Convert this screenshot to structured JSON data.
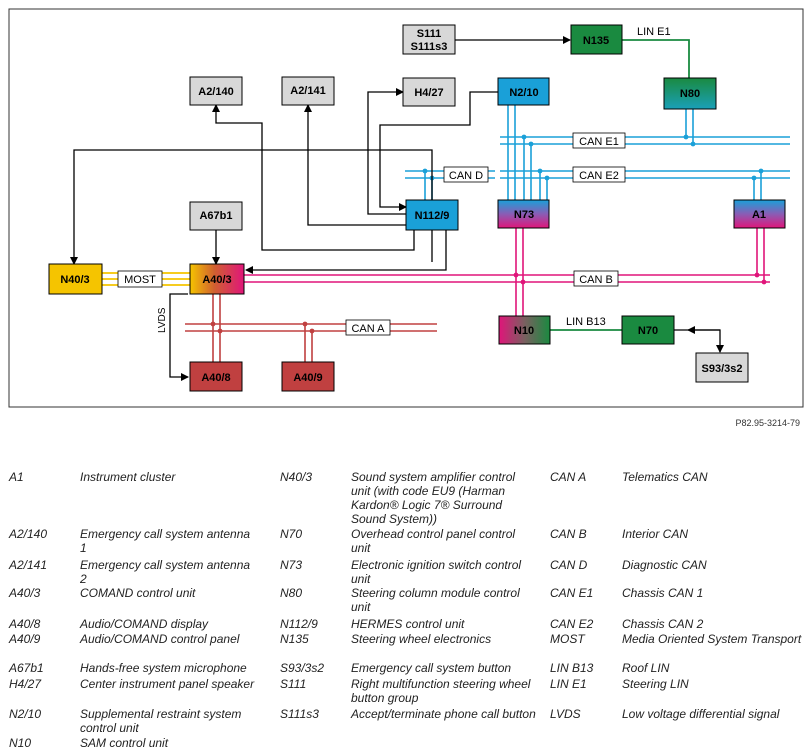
{
  "components": {
    "S111": "S111",
    "S111s3": "S111s3",
    "N135": "N135",
    "N80": "N80",
    "A2_140": "A2/140",
    "A2_141": "A2/141",
    "H4_27": "H4/27",
    "N2_10": "N2/10",
    "N112_9": "N112/9",
    "N73": "N73",
    "A1": "A1",
    "A67b1": "A67b1",
    "N40_3": "N40/3",
    "A40_3": "A40/3",
    "N10": "N10",
    "N70": "N70",
    "S93_3s2": "S93/3s2",
    "A40_8": "A40/8",
    "A40_9": "A40/9"
  },
  "bus_labels": {
    "lin_e1": "LIN E1",
    "can_e1": "CAN E1",
    "can_d": "CAN D",
    "can_e2": "CAN E2",
    "most": "MOST",
    "can_b": "CAN B",
    "lin_b13": "LIN B13",
    "can_a": "CAN A",
    "lvds": "LVDS"
  },
  "reference": "P82.95-3214-79",
  "legend": [
    [
      "A1",
      "Instrument cluster"
    ],
    [
      "A2/140",
      "Emergency call system antenna 1"
    ],
    [
      "A2/141",
      "Emergency call system antenna 2"
    ],
    [
      "A40/3",
      "COMAND control unit"
    ],
    [
      "A40/8",
      "Audio/COMAND display"
    ],
    [
      "A40/9",
      "Audio/COMAND control panel"
    ],
    [
      "A67b1",
      "Hands-free system microphone"
    ],
    [
      "H4/27",
      "Center instrument panel speaker"
    ],
    [
      "N2/10",
      "Supplemental restraint system control unit"
    ],
    [
      "N10",
      "SAM control unit"
    ],
    [
      "N40/3",
      "Sound system amplifier control unit (with code EU9 (Harman Kardon® Logic 7® Surround Sound System))"
    ],
    [
      "N70",
      "Overhead control panel control unit"
    ],
    [
      "N73",
      "Electronic ignition switch control unit"
    ],
    [
      "N80",
      "Steering column module control unit"
    ],
    [
      "N112/9",
      "HERMES control unit"
    ],
    [
      "N135",
      "Steering wheel electronics"
    ],
    [
      "S93/3s2",
      "Emergency call system button"
    ],
    [
      "S111",
      "Right multifunction steering wheel button group"
    ],
    [
      "S111s3",
      "Accept/terminate phone call button"
    ],
    [
      "CAN A",
      "Telematics CAN"
    ],
    [
      "CAN B",
      "Interior CAN"
    ],
    [
      "CAN D",
      "Diagnostic CAN"
    ],
    [
      "CAN E1",
      "Chassis CAN 1"
    ],
    [
      "CAN E2",
      "Chassis CAN 2"
    ],
    [
      "MOST",
      "Media Oriented System Transport"
    ],
    [
      "LIN B13",
      "Roof LIN"
    ],
    [
      "LIN E1",
      "Steering LIN"
    ],
    [
      "LVDS",
      "Low voltage differential signal"
    ]
  ]
}
